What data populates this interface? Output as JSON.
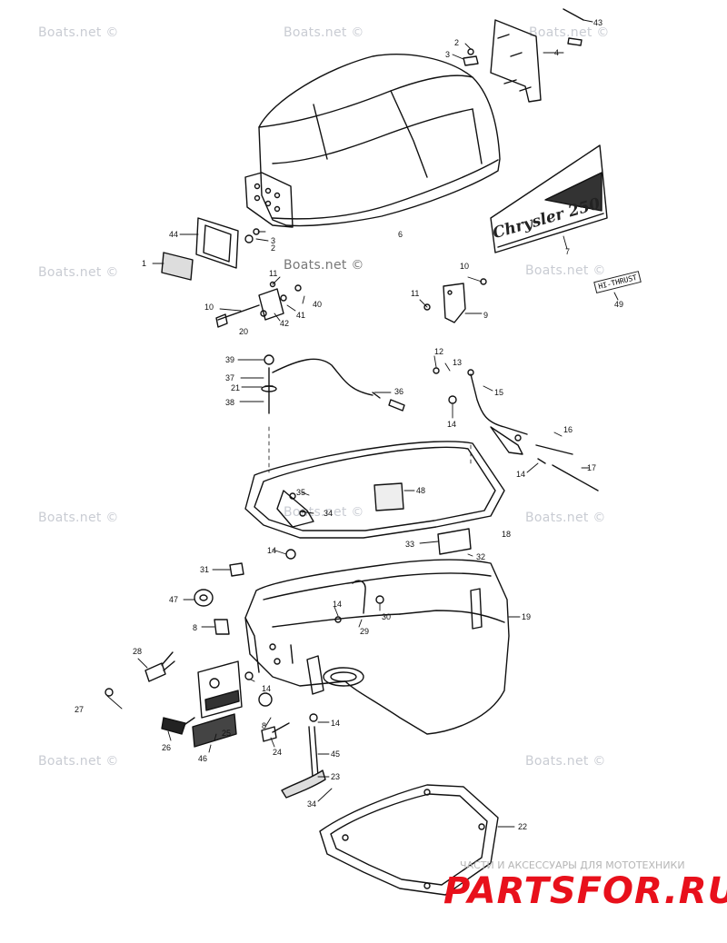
{
  "watermark": "Boats.net ©",
  "brand_script": "Chrysler 250",
  "hi_thrust": "HI-THRUST",
  "footer": {
    "tagline": "ЧАСТИ И АКСЕССУАРЫ ДЛЯ МОТОТЕХНИКИ",
    "logo": "PARTSFOR.RU"
  },
  "labels": {
    "l1": "1",
    "l2a": "2",
    "l2b": "2",
    "l3a": "3",
    "l3b": "3",
    "l4": "4",
    "l6": "6",
    "l7": "7",
    "l8a": "8",
    "l8b": "8",
    "l9": "9",
    "l10a": "10",
    "l10b": "10",
    "l11a": "11",
    "l11b": "11",
    "l12": "12",
    "l13": "13",
    "l14a": "14",
    "l14b": "14",
    "l14c": "14",
    "l14d": "14",
    "l14e": "14",
    "l14f": "14",
    "l15": "15",
    "l16": "16",
    "l17": "17",
    "l18": "18",
    "l19": "19",
    "l20": "20",
    "l21": "21",
    "l22": "22",
    "l23": "23",
    "l24": "24",
    "l25": "25",
    "l26": "26",
    "l27": "27",
    "l28": "28",
    "l29": "29",
    "l30": "30",
    "l31": "31",
    "l32": "32",
    "l33": "33",
    "l34a": "34",
    "l34b": "34",
    "l35": "35",
    "l36": "36",
    "l37": "37",
    "l38": "38",
    "l39": "39",
    "l40": "40",
    "l41": "41",
    "l42": "42",
    "l43": "43",
    "l44": "44",
    "l45": "45",
    "l46": "46",
    "l47": "47",
    "l48": "48",
    "l49": "49"
  }
}
